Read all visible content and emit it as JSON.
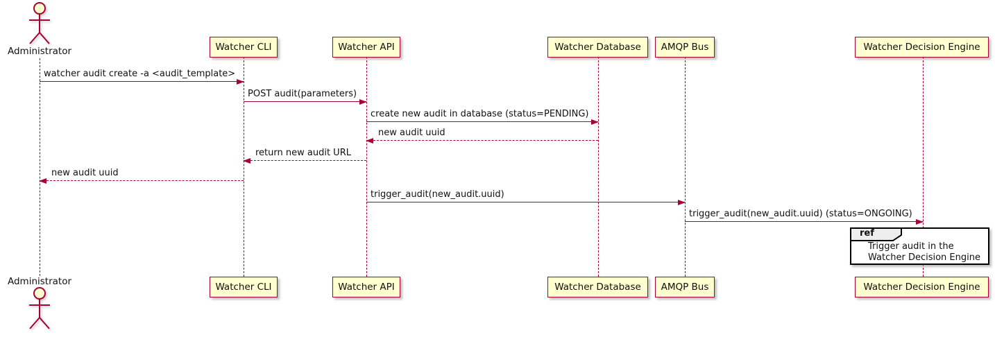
{
  "diagram": {
    "type": "sequence-diagram",
    "tool_style": "plantuml"
  },
  "colors": {
    "participant_fill": "#FEFECE",
    "participant_border": "#A80036",
    "lifeline": "#A80036",
    "arrow": "#A80036",
    "text": "#111111",
    "ref_border": "#000000",
    "ref_tag_fill": "#EEEEEE",
    "background": "#FFFFFF"
  },
  "participants": [
    {
      "label": "Administrator",
      "type": "actor"
    },
    {
      "label": "Watcher CLI",
      "type": "participant"
    },
    {
      "label": "Watcher API",
      "type": "participant"
    },
    {
      "label": "Watcher Database",
      "type": "participant"
    },
    {
      "label": "AMQP Bus",
      "type": "participant"
    },
    {
      "label": "Watcher Decision Engine",
      "type": "participant"
    }
  ],
  "messages": [
    {
      "text": "watcher audit create -a <audit_template>",
      "from": "Administrator",
      "to": "Watcher CLI",
      "style": "solid"
    },
    {
      "text": "POST audit(parameters)",
      "from": "Watcher CLI",
      "to": "Watcher API",
      "style": "solid"
    },
    {
      "text": "create new audit in database (status=PENDING)",
      "from": "Watcher API",
      "to": "Watcher Database",
      "style": "solid"
    },
    {
      "text": "new audit uuid",
      "from": "Watcher Database",
      "to": "Watcher API",
      "style": "dashed"
    },
    {
      "text": "return new audit URL",
      "from": "Watcher API",
      "to": "Watcher CLI",
      "style": "dashed"
    },
    {
      "text": "new audit uuid",
      "from": "Watcher CLI",
      "to": "Administrator",
      "style": "dashed"
    },
    {
      "text": "trigger_audit(new_audit.uuid)",
      "from": "Watcher API",
      "to": "AMQP Bus",
      "style": "solid"
    },
    {
      "text": "trigger_audit(new_audit.uuid) (status=ONGOING)",
      "from": "AMQP Bus",
      "to": "Watcher Decision Engine",
      "style": "solid"
    }
  ],
  "ref": {
    "tag": "ref",
    "lines": {
      "0": "Trigger audit in the",
      "1": "Watcher Decision Engine"
    },
    "over": "Watcher Decision Engine"
  }
}
